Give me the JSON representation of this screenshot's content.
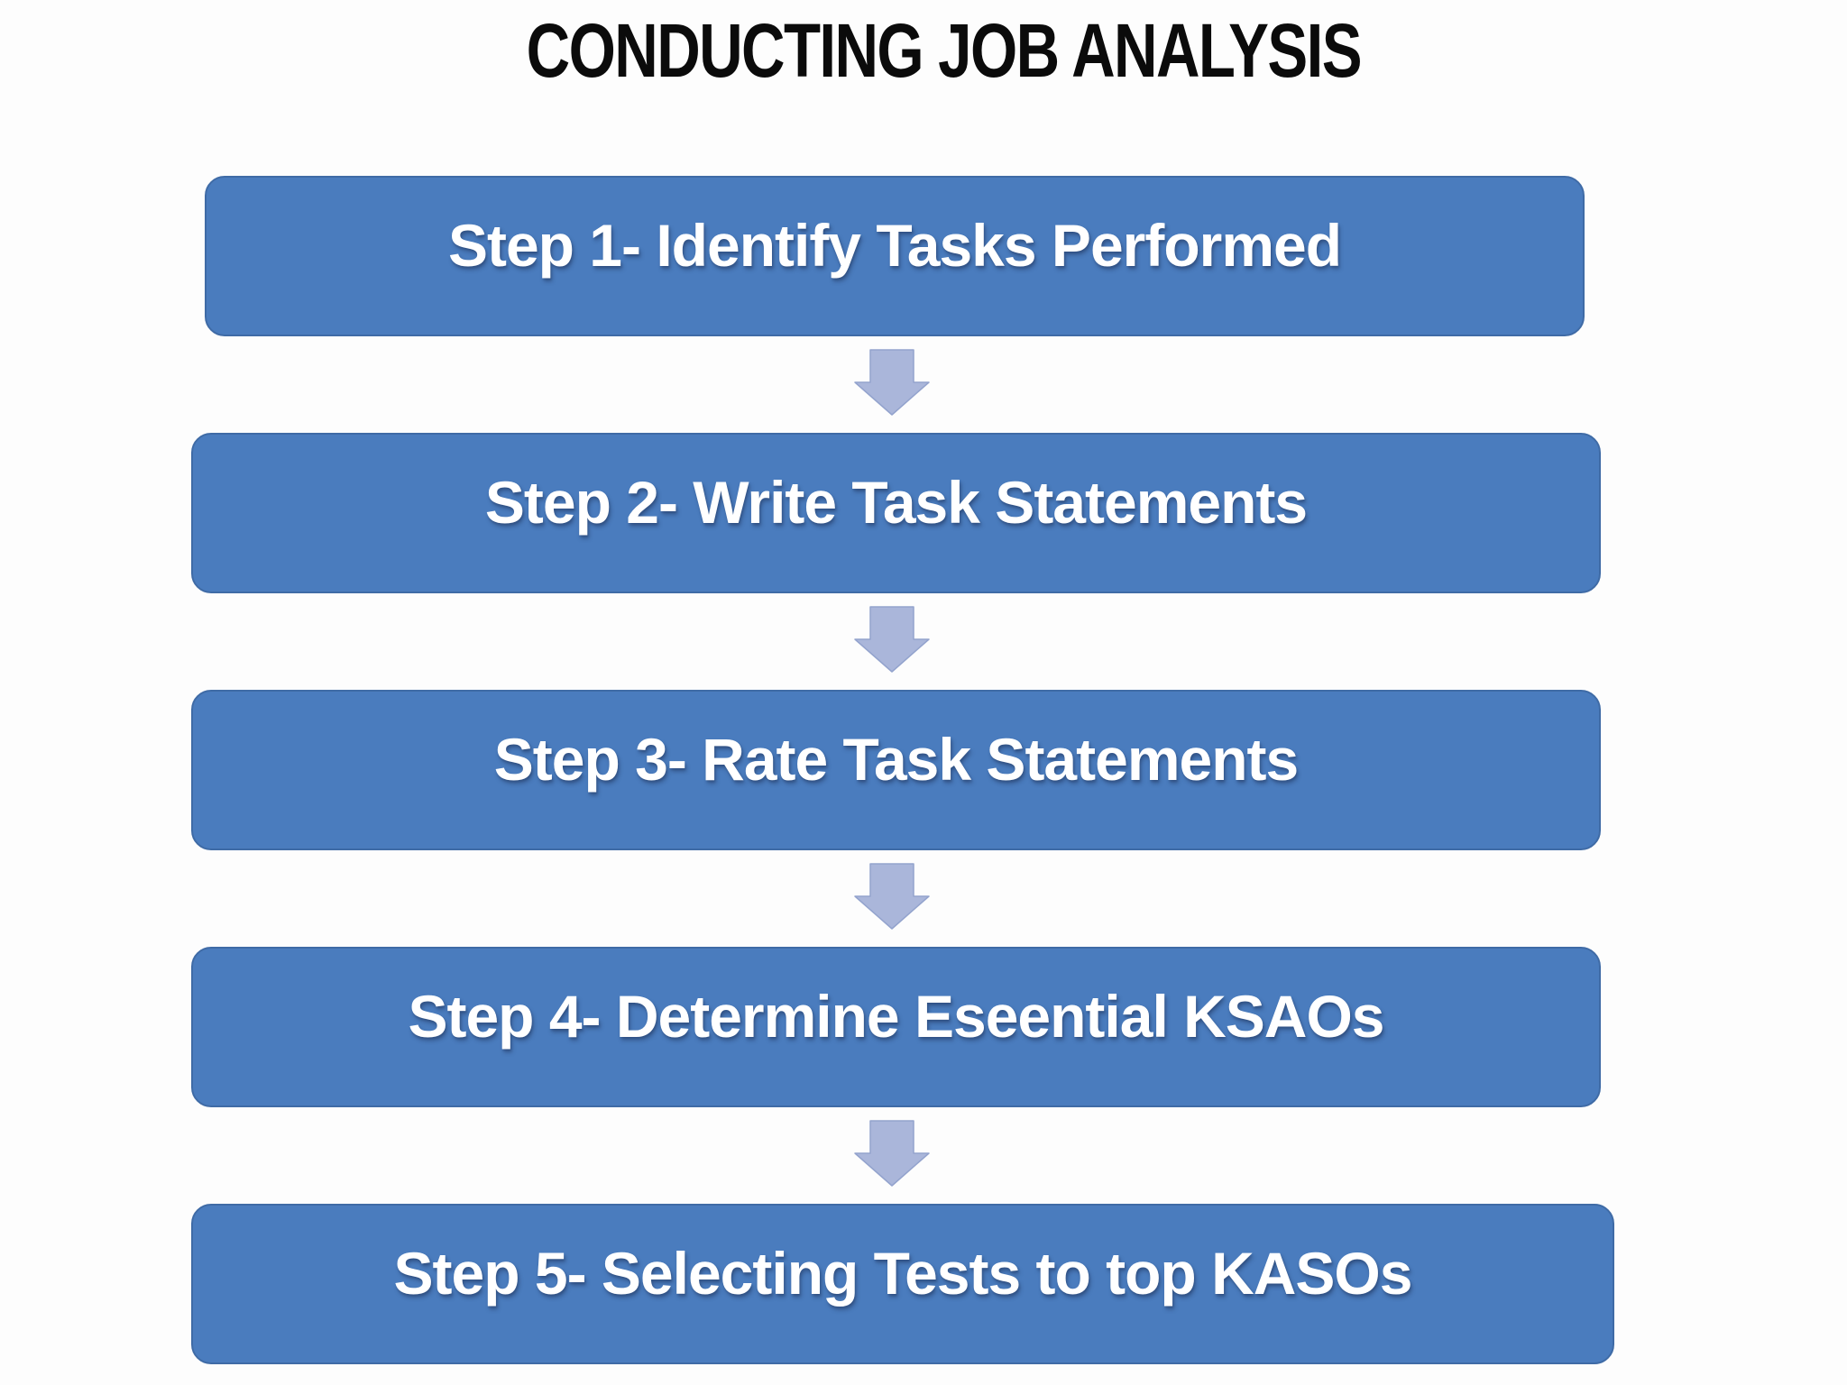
{
  "title": "CONDUCTING JOB ANALYSIS",
  "steps": [
    {
      "label": "Step 1- Identify Tasks Performed"
    },
    {
      "label": "Step 2- Write Task Statements"
    },
    {
      "label": "Step 3- Rate Task Statements"
    },
    {
      "label": "Step 4- Determine Eseential KSAOs"
    },
    {
      "label": "Step 5- Selecting Tests to top KASOs"
    }
  ],
  "connectors": {
    "icon": "block-down-arrow",
    "count": 4,
    "direction": "down"
  },
  "colors": {
    "background": "#fdfdfd",
    "title_text": "#0b0b0b",
    "box_fill": "#4a7cbe",
    "box_border": "#3f6ba6",
    "box_text": "#ffffff",
    "arrow_fill": "#aab6da",
    "arrow_border": "#93a3cd"
  }
}
